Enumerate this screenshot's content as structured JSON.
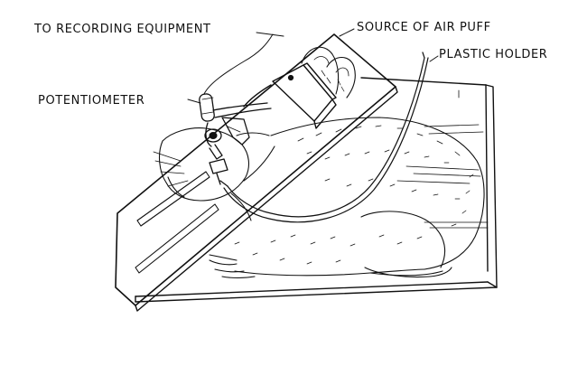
{
  "labels": {
    "recording_equipment": "TO RECORDING EQUIPMENT",
    "air_puff": "SOURCE OF AIR PUFF",
    "plastic_holder": "PLASTIC HOLDER",
    "potentiometer": "POTENTIOMETER"
  },
  "colors": {
    "ink": "#111111",
    "background": "#ffffff"
  }
}
